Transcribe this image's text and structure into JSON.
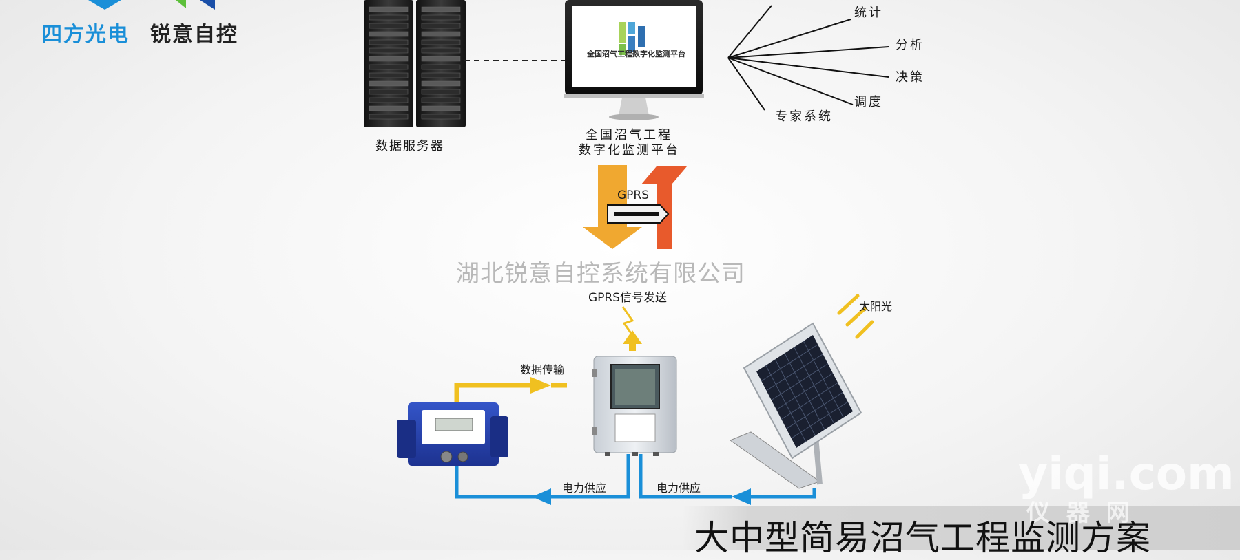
{
  "logos": {
    "left_brand": "四方光电",
    "right_brand": "锐意自控"
  },
  "server": {
    "label": "数据服务器"
  },
  "platform": {
    "screen_title": "全国沼气工程数字化监测平台",
    "label_line1": "全国沼气工程",
    "label_line2": "数字化监测平台"
  },
  "functions": [
    "统计",
    "分析",
    "决策",
    "调度",
    "专家系统"
  ],
  "gprs": {
    "channel_label": "GPRS",
    "signal_label": "GPRS信号发送"
  },
  "company_watermark": "湖北锐意自控系统有限公司",
  "sunlight_label": "太阳光",
  "data_transfer_label": "数据传输",
  "power_supply_left": "电力供应",
  "power_supply_right": "电力供应",
  "site_watermark": "yiqi.com",
  "site_watermark_sub": "仪 器 网",
  "main_title": "大中型简易沼气工程监测方案",
  "colors": {
    "flow_yellow": "#f0c020",
    "flow_blue": "#1a8fd8",
    "arrow_orange": "#f0a830",
    "arrow_red": "#e85a2c",
    "logo_blue": "#1a8fd8"
  }
}
